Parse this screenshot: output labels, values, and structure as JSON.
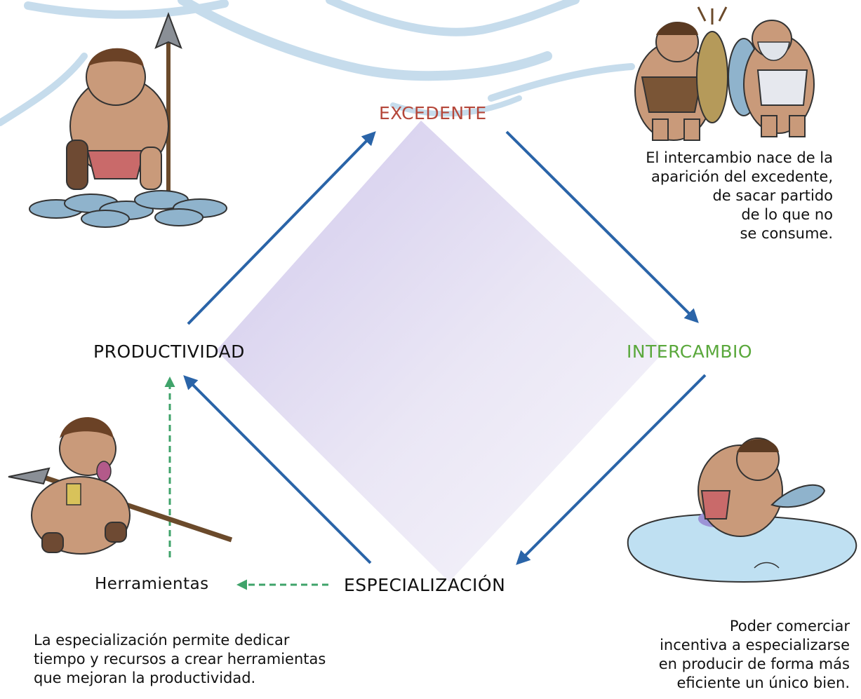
{
  "nodes": {
    "excedente": "EXCEDENTE",
    "intercambio": "INTERCAMBIO",
    "especializacion": "ESPECIALIZACIÓN",
    "productividad": "PRODUCTIVIDAD",
    "herramientas": "Herramientas"
  },
  "notes": {
    "top_right": [
      "El intercambio nace de la",
      "aparición del excedente,",
      "de sacar partido",
      "de lo que no",
      "se consume."
    ],
    "bottom_right": [
      "Poder comerciar",
      "incentiva a especializarse",
      "en producir de forma más",
      "eficiente un único bien."
    ],
    "bottom_left": [
      "La especialización permite dedicar",
      "tiempo y recursos a crear herramientas",
      "que mejoran la productividad."
    ]
  },
  "colors": {
    "excedente": "#b5473a",
    "intercambio": "#5aa83c",
    "especializacion": "#111111",
    "productividad": "#111111",
    "cycle_arrow": "#2a64a8",
    "dashed_arrow": "#3fa36a",
    "diamond_fill": "#d9d3ee",
    "ribbon": "#b9d3e6"
  },
  "illustrations": [
    "caveman-fisher-with-spear-illustration",
    "cavemen-trading-deer-and-fish-illustration",
    "caveman-fishing-in-pond-illustration",
    "caveman-making-spear-illustration"
  ]
}
